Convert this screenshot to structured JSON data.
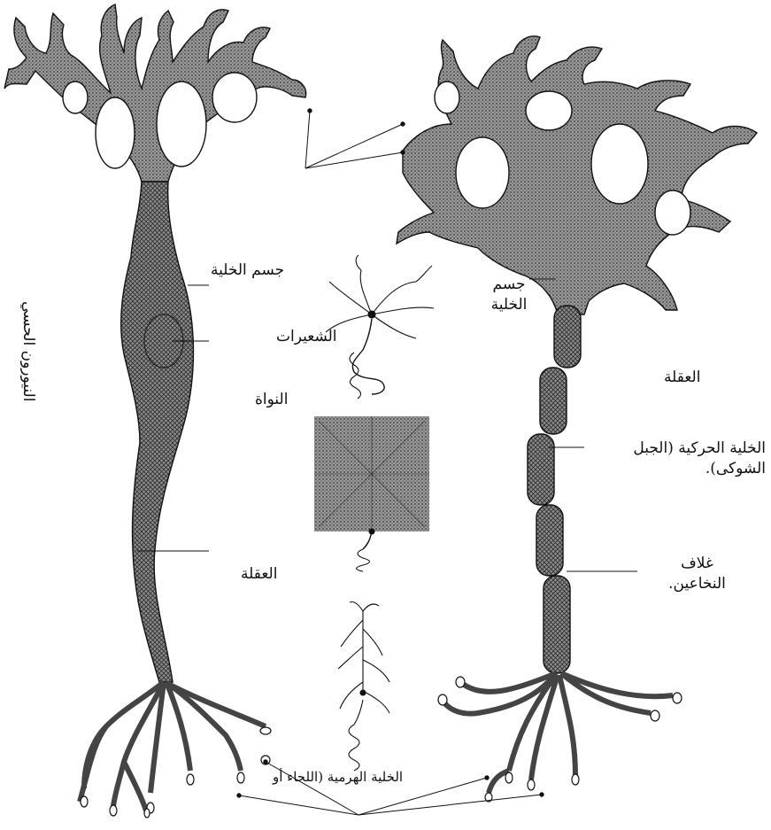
{
  "labels": {
    "sensory_neuron": "النيورون الحسي",
    "cell_body_left": "جسم الخلية",
    "dendrites": "الشعيرات",
    "nucleus": "النواة",
    "axon_left": "العقلة",
    "cell_body_right": "جسم الخلية",
    "axon_right": "العقلة",
    "motor_cell": "الخلية الحركية (الجبل الشوكى).",
    "myelin_sheath": "غلاف النخاعين.",
    "pyramidal_cell": "الخلية الهرمية (اللحاء أو"
  },
  "colors": {
    "ink": "#111111",
    "cell_fill": "#8a8a8a",
    "background": "#ffffff"
  }
}
